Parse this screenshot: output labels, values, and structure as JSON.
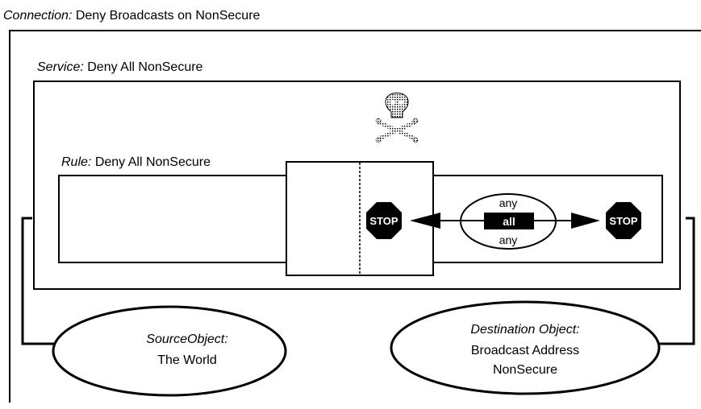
{
  "connection": {
    "prefix": "Connection:",
    "name": "Deny Broadcasts on NonSecure"
  },
  "service": {
    "prefix": "Service:",
    "name": "Deny All NonSecure"
  },
  "rule": {
    "prefix": "Rule:",
    "name": "Deny All NonSecure"
  },
  "stop_signs": {
    "left": "STOP",
    "right": "STOP"
  },
  "protocol": {
    "top": "any",
    "middle": "all",
    "bottom": "any"
  },
  "source": {
    "title": "SourceObject:",
    "line1": "The World"
  },
  "destination": {
    "title": "Destination Object:",
    "line1": "Broadcast Address",
    "line2": "NonSecure"
  },
  "icons": {
    "deny_symbol": "skull-crossbones-icon"
  }
}
